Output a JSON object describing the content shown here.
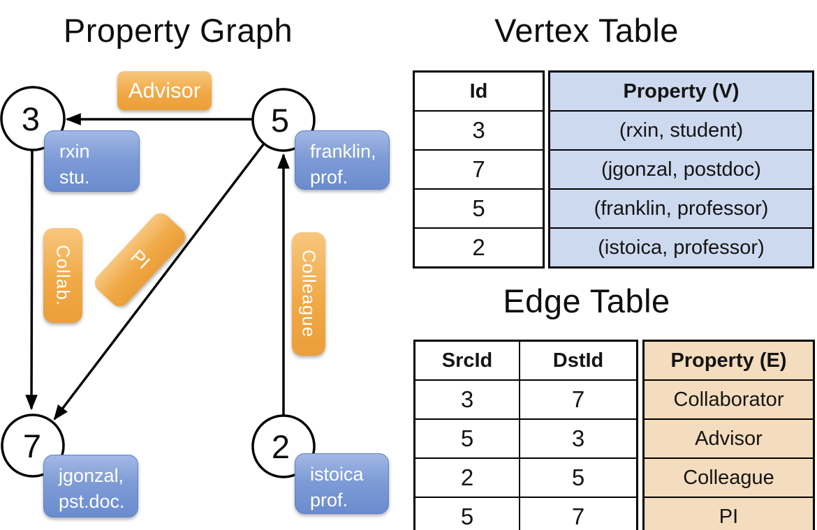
{
  "graph": {
    "title": "Property Graph",
    "nodes": [
      {
        "id": "3",
        "prop_line1": "rxin",
        "prop_line2": "stu."
      },
      {
        "id": "5",
        "prop_line1": "franklin,",
        "prop_line2": "prof."
      },
      {
        "id": "7",
        "prop_line1": "jgonzal,",
        "prop_line2": "pst.doc."
      },
      {
        "id": "2",
        "prop_line1": "istoica",
        "prop_line2": "prof."
      }
    ],
    "edge_labels": {
      "advisor": "Advisor",
      "collab": "Collab.",
      "pi": "PI",
      "colleague": "Colleague"
    },
    "edges": [
      {
        "src": "5",
        "dst": "3",
        "label": "Advisor"
      },
      {
        "src": "3",
        "dst": "7",
        "label": "Collab."
      },
      {
        "src": "5",
        "dst": "7",
        "label": "PI"
      },
      {
        "src": "2",
        "dst": "5",
        "label": "Colleague"
      }
    ]
  },
  "vertex_table": {
    "title": "Vertex Table",
    "columns": [
      "Id",
      "Property (V)"
    ],
    "rows": [
      [
        "3",
        "(rxin, student)"
      ],
      [
        "7",
        "(jgonzal, postdoc)"
      ],
      [
        "5",
        "(franklin, professor)"
      ],
      [
        "2",
        "(istoica, professor)"
      ]
    ]
  },
  "edge_table": {
    "title": "Edge Table",
    "columns": [
      "SrcId",
      "DstId",
      "Property (E)"
    ],
    "rows": [
      [
        "3",
        "7",
        "Collaborator"
      ],
      [
        "5",
        "3",
        "Advisor"
      ],
      [
        "2",
        "5",
        "Colleague"
      ],
      [
        "5",
        "7",
        "PI"
      ]
    ]
  },
  "colors": {
    "edge_label_orange": "#f0a946",
    "node_prop_blue": "#7e9cd6",
    "vertex_property_fill": "#cdd9ef",
    "edge_property_fill": "#f4dcbe",
    "line_black": "#000000"
  }
}
